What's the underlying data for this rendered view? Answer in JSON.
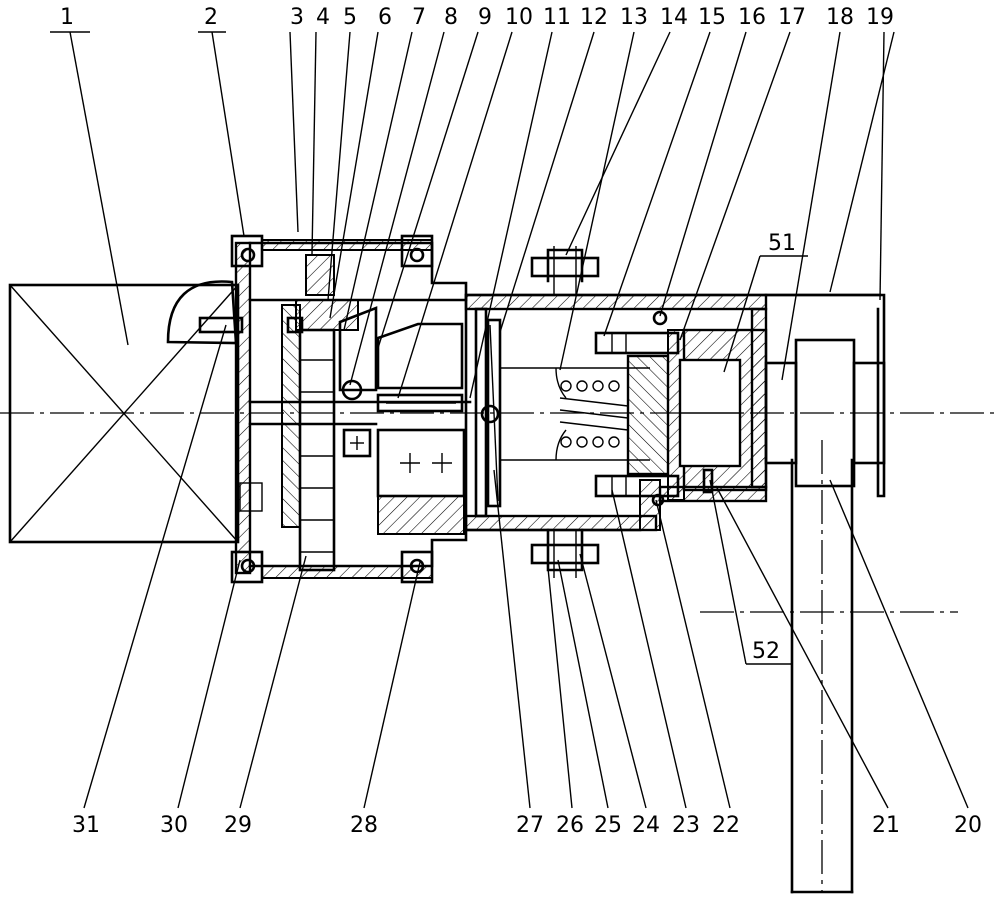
{
  "drawing": {
    "top_callouts": [
      "1",
      "2",
      "3",
      "4",
      "5",
      "6",
      "7",
      "8",
      "9",
      "10",
      "11",
      "12",
      "13",
      "14",
      "15",
      "16",
      "17",
      "18",
      "19"
    ],
    "bottom_callouts": [
      "31",
      "30",
      "29",
      "28",
      "27",
      "26",
      "25",
      "24",
      "23",
      "22",
      "21",
      "20"
    ],
    "inner_callouts": [
      "51",
      "52"
    ]
  }
}
